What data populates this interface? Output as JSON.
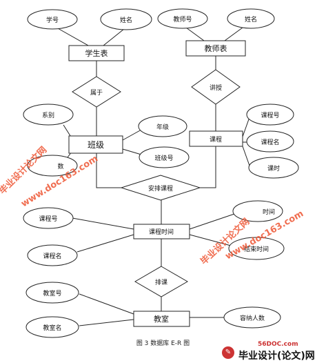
{
  "diagram": {
    "entities": [
      {
        "id": "student",
        "label": "学生表"
      },
      {
        "id": "teacher",
        "label": "教师表"
      },
      {
        "id": "class",
        "label": "班级"
      },
      {
        "id": "course",
        "label": "课程"
      },
      {
        "id": "coursetime",
        "label": "课程时间"
      },
      {
        "id": "classroom",
        "label": "教室"
      }
    ],
    "relationships": [
      {
        "id": "belongs",
        "label": "属于"
      },
      {
        "id": "teaches",
        "label": "讲授"
      },
      {
        "id": "arrange",
        "label": "安排课程"
      },
      {
        "id": "schedule",
        "label": "排课"
      }
    ],
    "attributes": [
      {
        "id": "a_xuehao",
        "label": "学号",
        "of": "student"
      },
      {
        "id": "a_xingming",
        "label": "姓名",
        "of": "student"
      },
      {
        "id": "a_jiaoshihao",
        "label": "教师号",
        "of": "teacher"
      },
      {
        "id": "a_t_xingming",
        "label": "姓名",
        "of": "teacher"
      },
      {
        "id": "a_xibie",
        "label": "系别",
        "of": "class"
      },
      {
        "id": "a_nianji",
        "label": "年级",
        "of": "class"
      },
      {
        "id": "a_banjihao",
        "label": "班级号",
        "of": "class"
      },
      {
        "id": "a_renshu",
        "label": "数",
        "of": "class"
      },
      {
        "id": "a_kechenghao",
        "label": "课程号",
        "of": "course"
      },
      {
        "id": "a_kechengming",
        "label": "课程名",
        "of": "course"
      },
      {
        "id": "a_keshi",
        "label": "课时",
        "of": "course"
      },
      {
        "id": "a_ct_kechenghao",
        "label": "课程号",
        "of": "coursetime"
      },
      {
        "id": "a_ct_kechengming",
        "label": "课程名",
        "of": "coursetime"
      },
      {
        "id": "a_kaishi",
        "label": "时间",
        "of": "coursetime"
      },
      {
        "id": "a_jieshu",
        "label": "结束时间",
        "of": "coursetime"
      },
      {
        "id": "a_jiaoshihao2",
        "label": "教室号",
        "of": "classroom"
      },
      {
        "id": "a_jiaoshiming",
        "label": "教室名",
        "of": "classroom"
      },
      {
        "id": "a_rongna",
        "label": "容纳人数",
        "of": "classroom"
      }
    ]
  },
  "caption": "图 3 数据库 E-R 图",
  "watermarks": {
    "text_cn": "毕业设计论文网",
    "text_url": "www.doc163.com"
  },
  "footer": {
    "site": "56DOC.com",
    "brand": "毕业设计(论文)网"
  }
}
